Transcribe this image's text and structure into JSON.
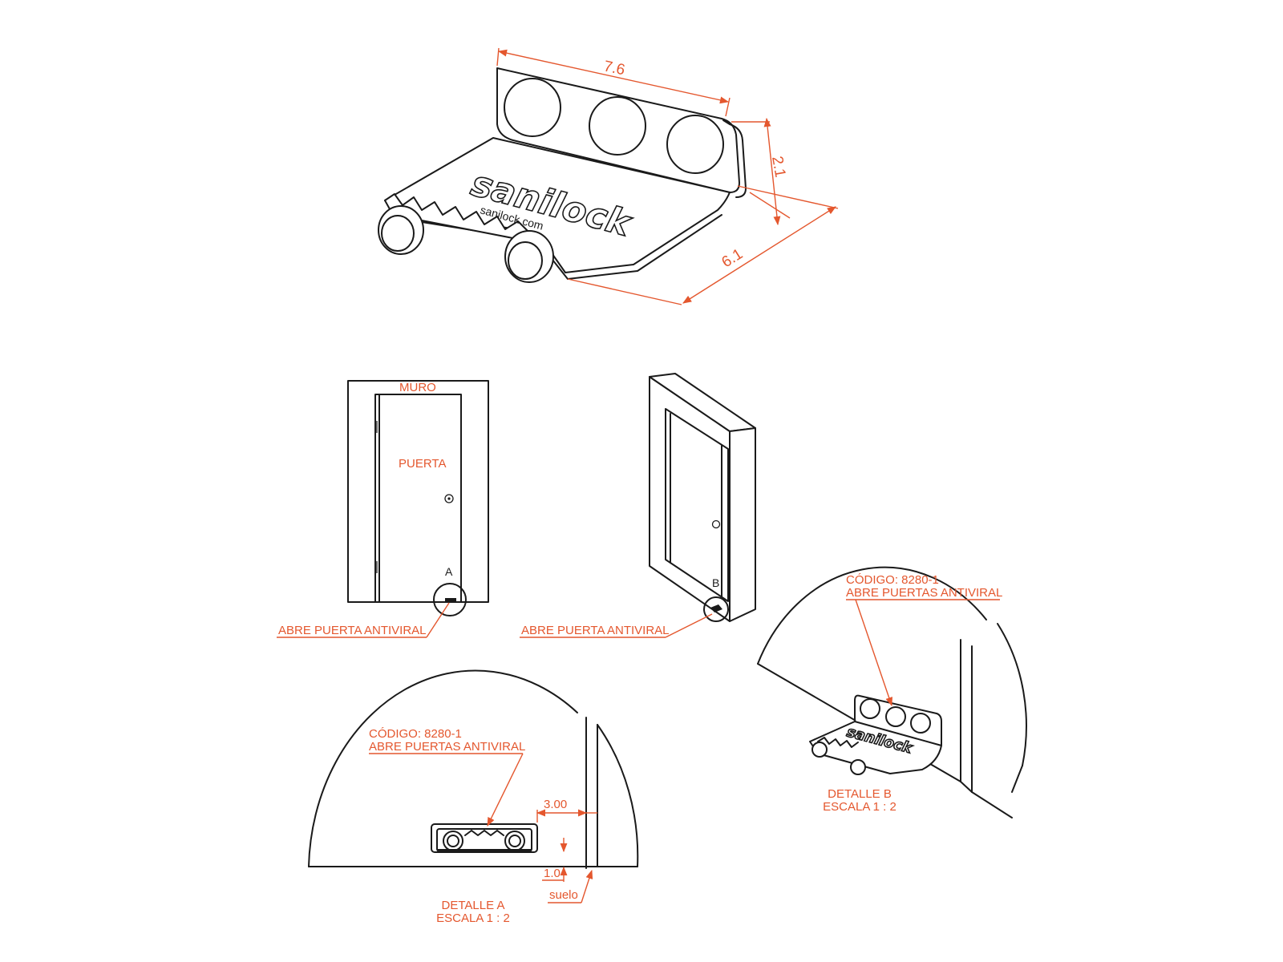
{
  "product": {
    "brand": "sanilock",
    "website": "sanilock.com",
    "dim_length": "7.6",
    "dim_height": "2.1",
    "dim_depth": "6.1"
  },
  "front_view": {
    "wall_label": "MURO",
    "door_label": "PUERTA",
    "detail_marker": "A",
    "callout": "ABRE PUERTA ANTIVIRAL"
  },
  "iso_view": {
    "detail_marker": "B",
    "callout": "ABRE PUERTA ANTIVIRAL"
  },
  "detail_a": {
    "code": "CÓDIGO: 8280-1",
    "name": "ABRE PUERTAS ANTIVIRAL",
    "gap_dim": "3.00",
    "floor_dim": "1.0",
    "floor_label": "suelo",
    "title": "DETALLE A",
    "scale": "ESCALA 1 : 2"
  },
  "detail_b": {
    "code": "CÓDIGO: 8280-1",
    "name": "ABRE PUERTAS ANTIVIRAL",
    "title": "DETALLE B",
    "scale": "ESCALA 1 : 2"
  },
  "colors": {
    "annotation": "#e4572e",
    "linework": "#1a1a1a"
  }
}
